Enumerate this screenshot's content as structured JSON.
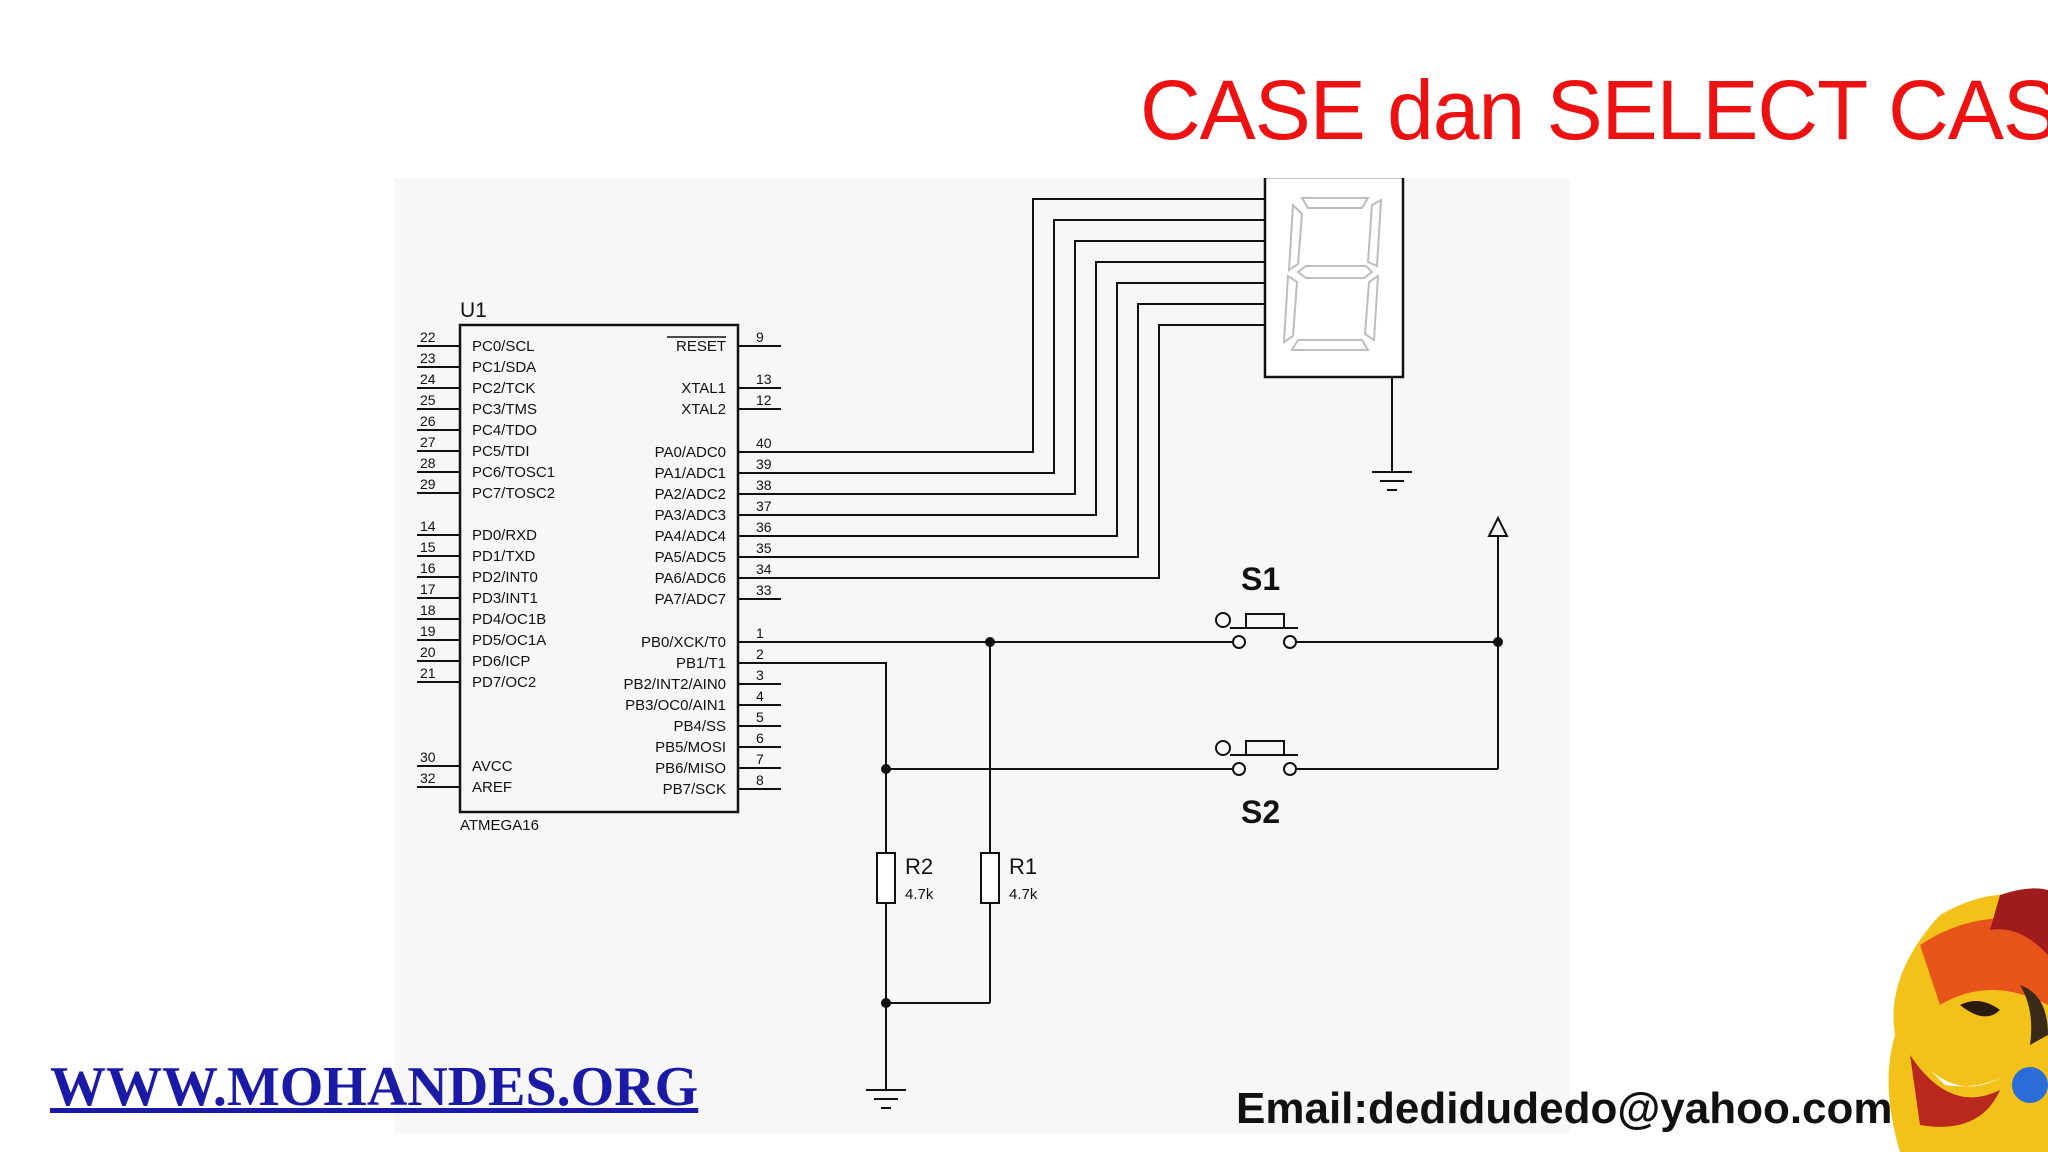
{
  "slide": {
    "title": "CASE dan SELECT CASE",
    "website": "WWW.MOHANDES.ORG",
    "email": "Email:dedidudedo@yahoo.com",
    "title_color": "#ee1111",
    "website_color": "#1a1aa6"
  },
  "mcu": {
    "ref": "U1",
    "part": "ATMEGA16",
    "left_pins": [
      {
        "num": "22",
        "name": "PC0/SCL"
      },
      {
        "num": "23",
        "name": "PC1/SDA"
      },
      {
        "num": "24",
        "name": "PC2/TCK"
      },
      {
        "num": "25",
        "name": "PC3/TMS"
      },
      {
        "num": "26",
        "name": "PC4/TDO"
      },
      {
        "num": "27",
        "name": "PC5/TDI"
      },
      {
        "num": "28",
        "name": "PC6/TOSC1"
      },
      {
        "num": "29",
        "name": "PC7/TOSC2"
      },
      {
        "num": "14",
        "name": "PD0/RXD"
      },
      {
        "num": "15",
        "name": "PD1/TXD"
      },
      {
        "num": "16",
        "name": "PD2/INT0"
      },
      {
        "num": "17",
        "name": "PD3/INT1"
      },
      {
        "num": "18",
        "name": "PD4/OC1B"
      },
      {
        "num": "19",
        "name": "PD5/OC1A"
      },
      {
        "num": "20",
        "name": "PD6/ICP"
      },
      {
        "num": "21",
        "name": "PD7/OC2"
      },
      {
        "num": "30",
        "name": "AVCC"
      },
      {
        "num": "32",
        "name": "AREF"
      }
    ],
    "right_pins": [
      {
        "num": "9",
        "name": "RESET"
      },
      {
        "num": "13",
        "name": "XTAL1"
      },
      {
        "num": "12",
        "name": "XTAL2"
      },
      {
        "num": "40",
        "name": "PA0/ADC0"
      },
      {
        "num": "39",
        "name": "PA1/ADC1"
      },
      {
        "num": "38",
        "name": "PA2/ADC2"
      },
      {
        "num": "37",
        "name": "PA3/ADC3"
      },
      {
        "num": "36",
        "name": "PA4/ADC4"
      },
      {
        "num": "35",
        "name": "PA5/ADC5"
      },
      {
        "num": "34",
        "name": "PA6/ADC6"
      },
      {
        "num": "33",
        "name": "PA7/ADC7"
      },
      {
        "num": "1",
        "name": "PB0/XCK/T0"
      },
      {
        "num": "2",
        "name": "PB1/T1"
      },
      {
        "num": "3",
        "name": "PB2/INT2/AIN0"
      },
      {
        "num": "4",
        "name": "PB3/OC0/AIN1"
      },
      {
        "num": "5",
        "name": "PB4/SS"
      },
      {
        "num": "6",
        "name": "PB5/MOSI"
      },
      {
        "num": "7",
        "name": "PB6/MISO"
      },
      {
        "num": "8",
        "name": "PB7/SCK"
      }
    ]
  },
  "switches": [
    {
      "ref": "S1"
    },
    {
      "ref": "S2"
    }
  ],
  "resistors": [
    {
      "ref": "R2",
      "value": "4.7k"
    },
    {
      "ref": "R1",
      "value": "4.7k"
    }
  ]
}
